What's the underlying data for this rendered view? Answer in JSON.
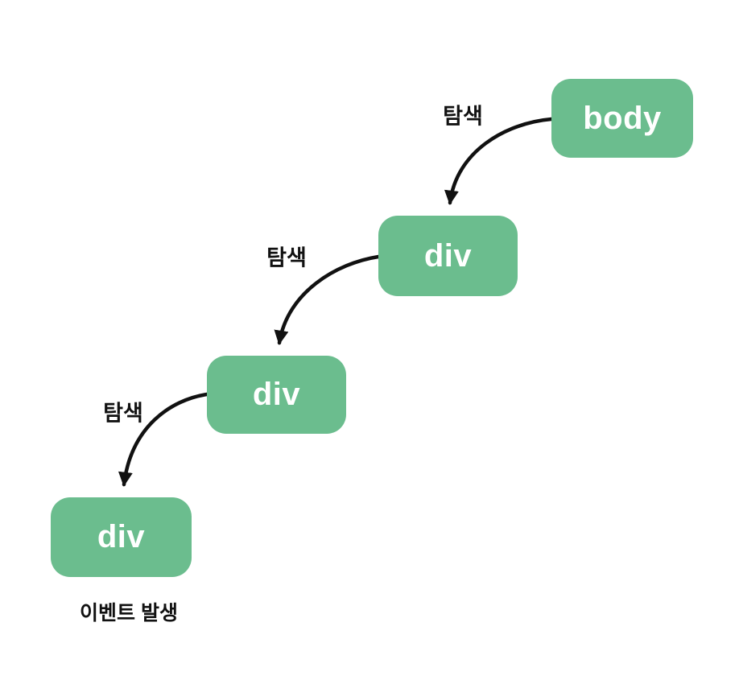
{
  "diagram": {
    "title_hint": "event-bubbling-capturing-traversal-diagram",
    "nodes": [
      {
        "id": "node-body",
        "label": "body"
      },
      {
        "id": "node-div-1",
        "label": "div"
      },
      {
        "id": "node-div-2",
        "label": "div"
      },
      {
        "id": "node-div-3",
        "label": "div"
      }
    ],
    "edges": [
      {
        "from": "body",
        "to": "div-1",
        "label": "탐색"
      },
      {
        "from": "div-1",
        "to": "div-2",
        "label": "탐색"
      },
      {
        "from": "div-2",
        "to": "div-3",
        "label": "탐색"
      }
    ],
    "caption": "이벤트 발생",
    "colors": {
      "node_fill": "#6bbd8e",
      "node_text": "#ffffff",
      "arrow": "#111111",
      "label_text": "#111111",
      "background": "#ffffff"
    }
  }
}
